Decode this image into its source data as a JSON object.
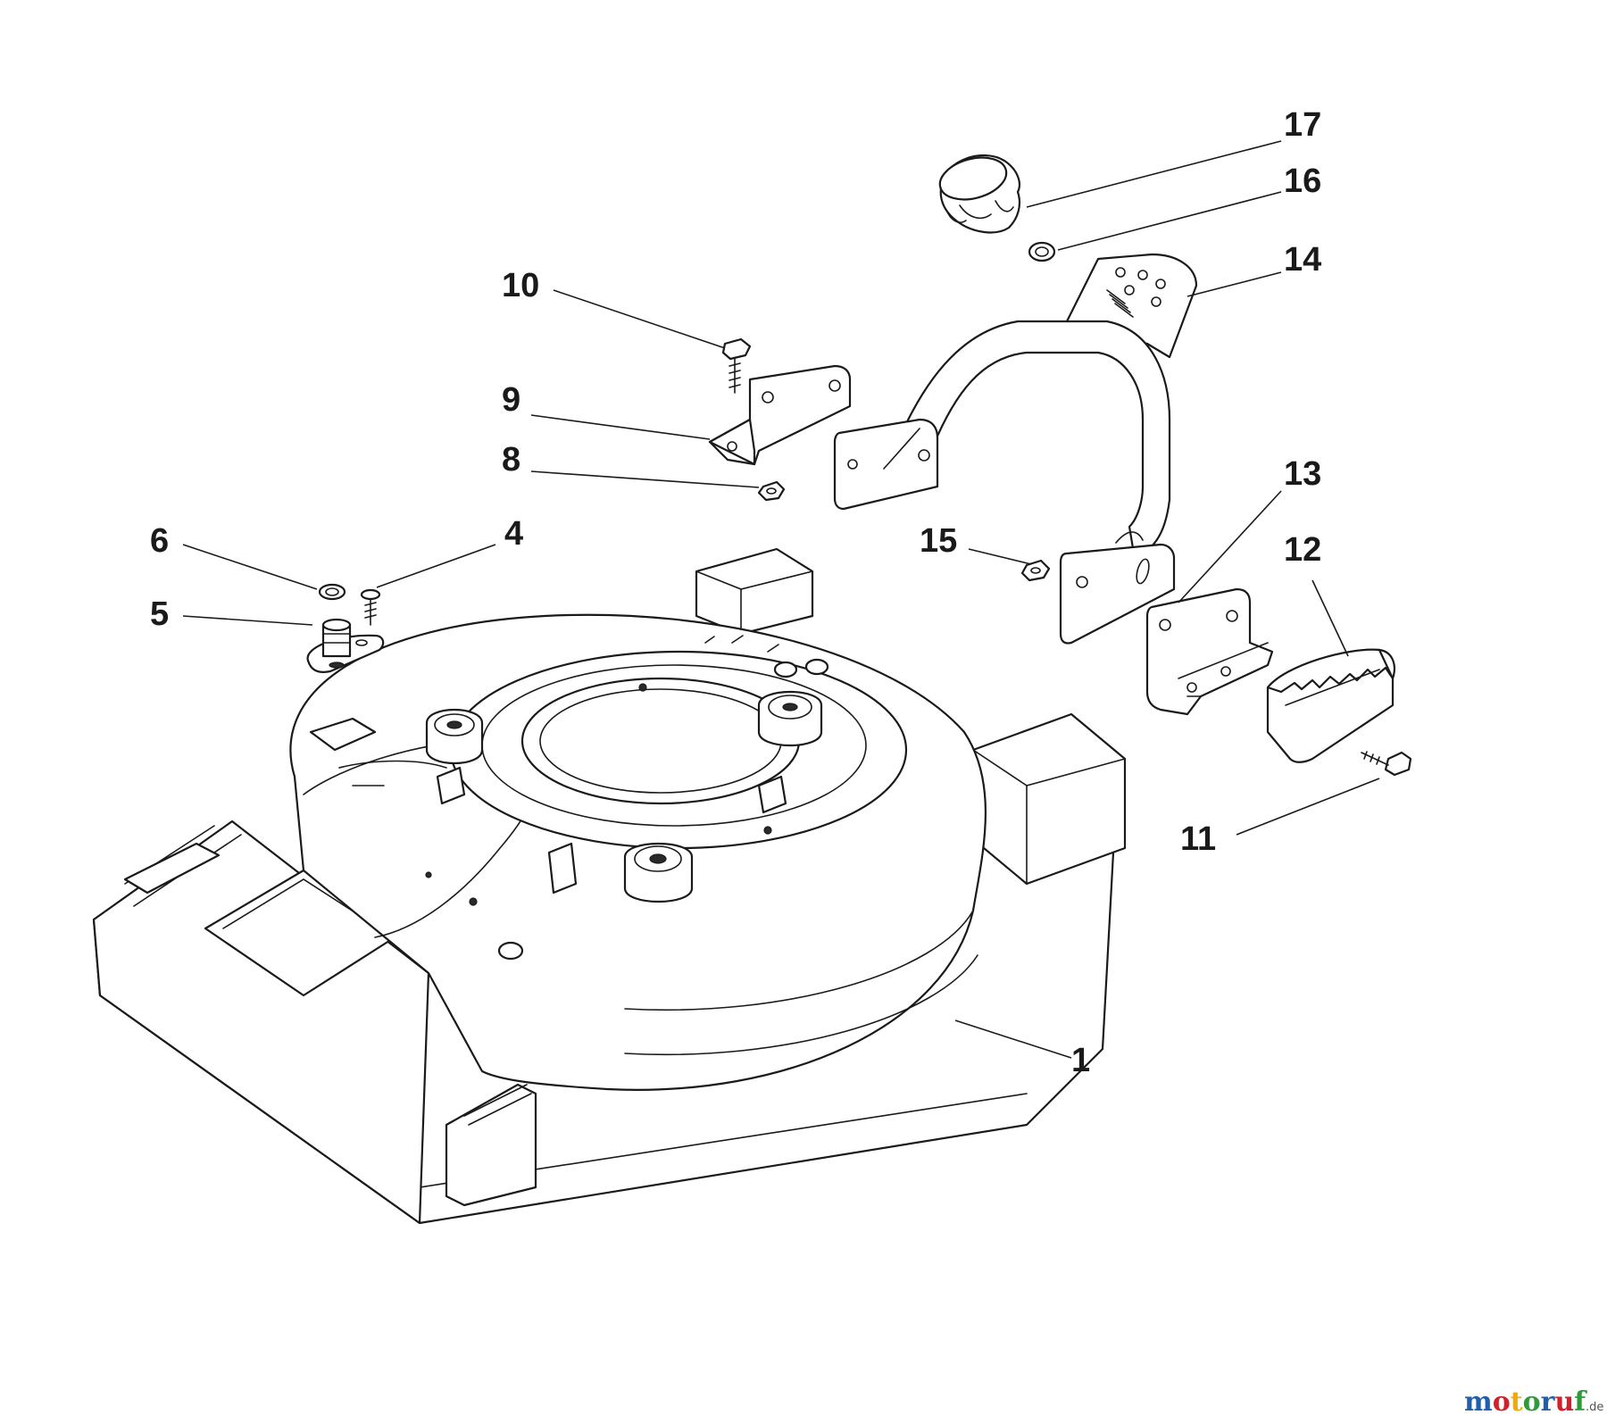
{
  "callouts": [
    {
      "id": "1",
      "label": "1"
    },
    {
      "id": "4",
      "label": "4"
    },
    {
      "id": "5",
      "label": "5"
    },
    {
      "id": "6",
      "label": "6"
    },
    {
      "id": "8",
      "label": "8"
    },
    {
      "id": "9",
      "label": "9"
    },
    {
      "id": "10",
      "label": "10"
    },
    {
      "id": "11",
      "label": "11"
    },
    {
      "id": "12",
      "label": "12"
    },
    {
      "id": "13",
      "label": "13"
    },
    {
      "id": "14",
      "label": "14"
    },
    {
      "id": "15",
      "label": "15"
    },
    {
      "id": "16",
      "label": "16"
    },
    {
      "id": "17",
      "label": "17"
    }
  ],
  "watermark": {
    "text": "motoruf",
    "suffix": ".de",
    "colors": [
      "#1f5fae",
      "#d4202a",
      "#f2a900",
      "#2e9b3a",
      "#1f5fae",
      "#d4202a",
      "#2e9b3a"
    ]
  },
  "colors": {
    "line": "#1a1a1a",
    "background": "#ffffff"
  }
}
